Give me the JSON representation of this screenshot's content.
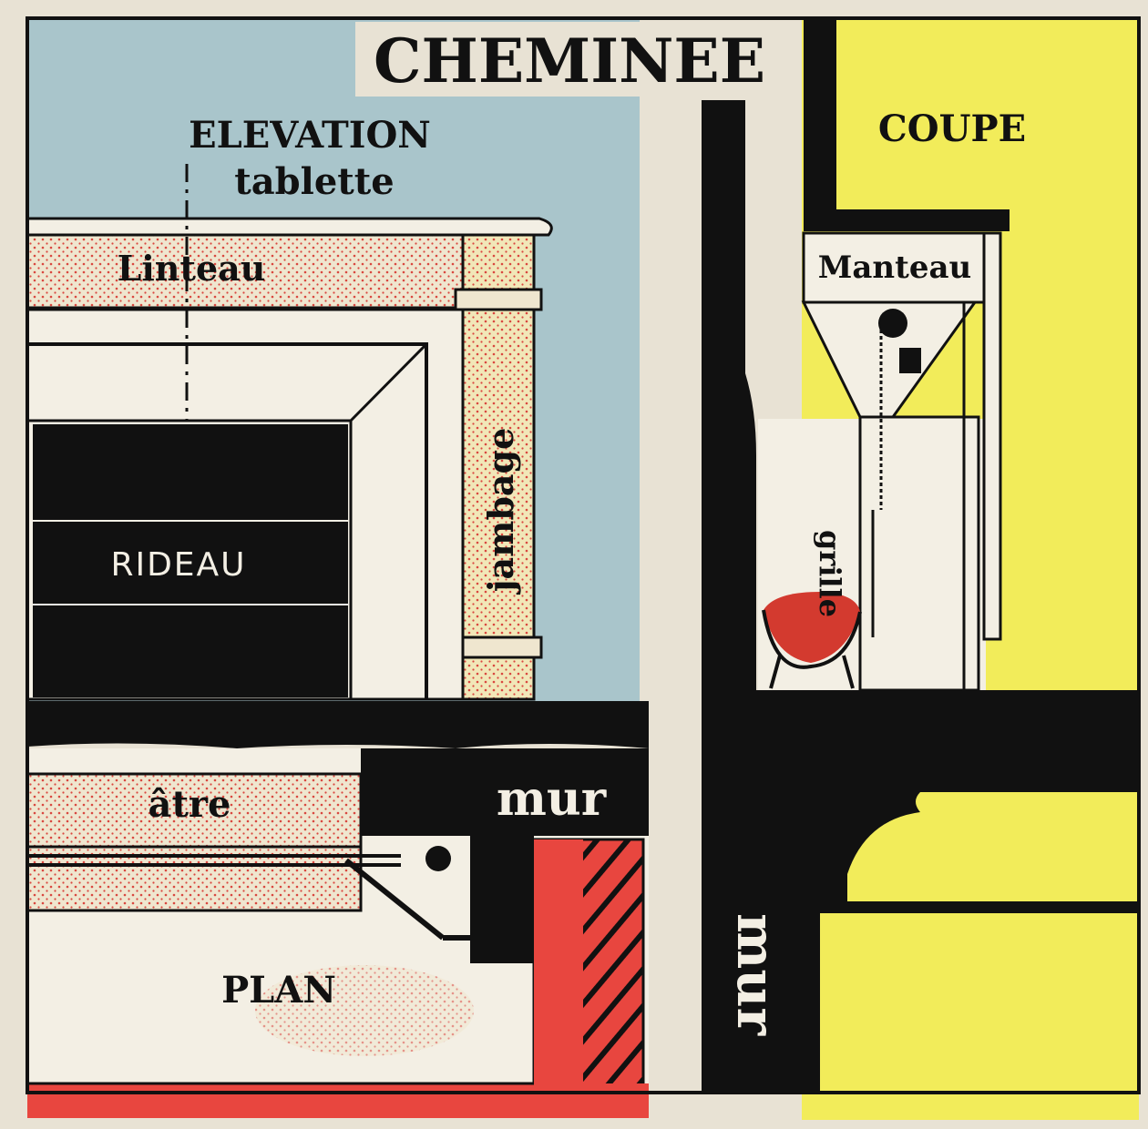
{
  "title": "CHEMINEE",
  "views": {
    "elevation": {
      "heading": "ELEVATION",
      "labels": {
        "tablette": "tablette",
        "linteau": "Linteau",
        "jambage": "jambage",
        "rideau": "RIDEAU"
      }
    },
    "plan": {
      "heading": "PLAN",
      "labels": {
        "atre": "âtre",
        "mur": "mur"
      }
    },
    "coupe": {
      "heading": "COUPE",
      "labels": {
        "manteau": "Manteau",
        "grille": "grille",
        "mur": "mur"
      }
    }
  },
  "colors": {
    "paper": "#e8e2d4",
    "blue": "#a9c5cb",
    "yellow": "#f2ec5a",
    "red": "#e8463f",
    "ink": "#111111",
    "stipple": "#d9473f"
  }
}
